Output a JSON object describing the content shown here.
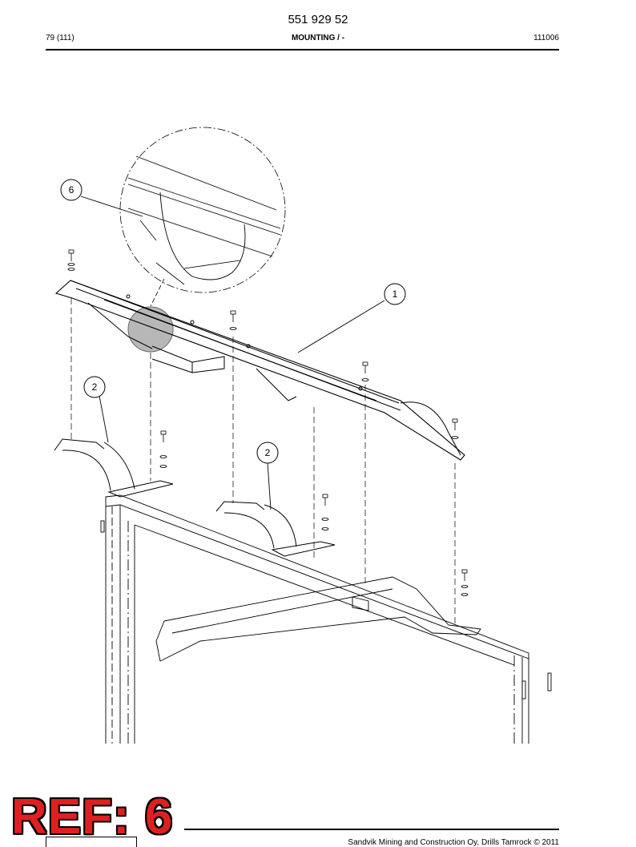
{
  "header": {
    "doc_number": "551 929 52",
    "page": "79 (111)",
    "section": "MOUNTING / -",
    "code": "111006"
  },
  "callouts": [
    {
      "label": "6"
    },
    {
      "label": "1"
    },
    {
      "label": "2"
    },
    {
      "label": "2"
    }
  ],
  "ref_label": "REF: 6",
  "footer": {
    "copyright": "Sandvik Mining and Construction Oy, Drills Tamrock © 2011"
  }
}
